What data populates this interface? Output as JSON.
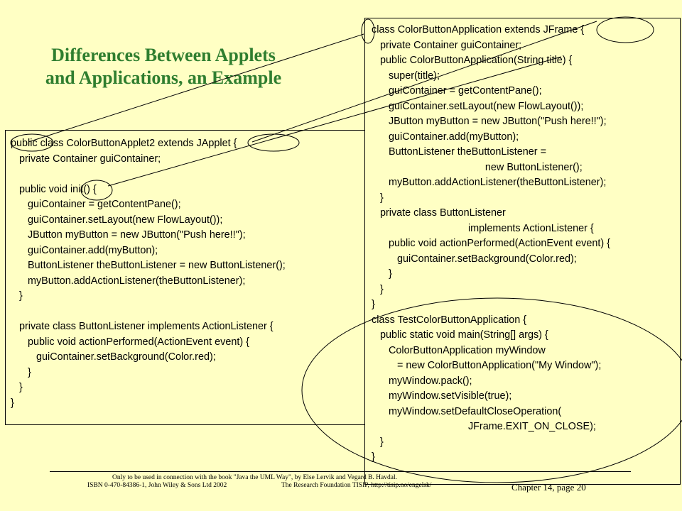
{
  "slide": {
    "title_line1": "Differences Between Applets",
    "title_line2": "and Applications, an Example"
  },
  "applet_code": [
    "public class ColorButtonApplet2 extends JApplet {",
    "   private Container guiContainer;",
    "",
    "   public void init() {",
    "      guiContainer = getContentPane();",
    "      guiContainer.setLayout(new FlowLayout());",
    "      JButton myButton = new JButton(\"Push here!!\");",
    "      guiContainer.add(myButton);",
    "      ButtonListener theButtonListener = new ButtonListener();",
    "      myButton.addActionListener(theButtonListener);",
    "   }",
    "",
    "   private class ButtonListener implements ActionListener {",
    "      public void actionPerformed(ActionEvent event) {",
    "         guiContainer.setBackground(Color.red);",
    "      }",
    "   }",
    "}"
  ],
  "application_code": [
    "class ColorButtonApplication extends JFrame {",
    "   private Container guiContainer;",
    "   public ColorButtonApplication(String title) {",
    "      super(title);",
    "      guiContainer = getContentPane();",
    "      guiContainer.setLayout(new FlowLayout());",
    "      JButton myButton = new JButton(\"Push here!!\");",
    "      guiContainer.add(myButton);",
    "      ButtonListener theButtonListener =",
    "                                        new ButtonListener();",
    "      myButton.addActionListener(theButtonListener);",
    "   }",
    "   private class ButtonListener",
    "                                  implements ActionListener {",
    "      public void actionPerformed(ActionEvent event) {",
    "         guiContainer.setBackground(Color.red);",
    "      }",
    "   }",
    "}",
    "class TestColorButtonApplication {",
    "   public static void main(String[] args) {",
    "      ColorButtonApplication myWindow",
    "         = new ColorButtonApplication(\"My Window\");",
    "      myWindow.pack();",
    "      myWindow.setVisible(true);",
    "      myWindow.setDefaultCloseOperation(",
    "                                  JFrame.EXIT_ON_CLOSE);",
    "   }",
    "}"
  ],
  "footer": {
    "line1": "Only to be used in connection with the book \"Java the UML Way\", by Else Lervik and Vegard B. Havdal.",
    "line2_left": "ISBN 0-470-84386-1, John Wiley & Sons Ltd 2002",
    "line2_right": "The Research Foundation TISIP, http://tisip.no/engelsk/",
    "chapter": "Chapter 14, page 20"
  },
  "colors": {
    "background": "#ffffc4",
    "title": "#2f7e2f",
    "text": "#000000"
  }
}
